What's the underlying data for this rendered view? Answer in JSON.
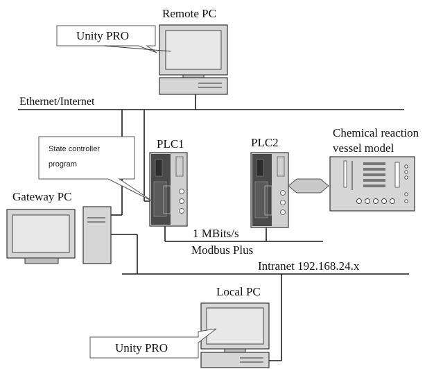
{
  "labels": {
    "remote_pc": "Remote PC",
    "unity_pro_remote": "Unity PRO",
    "ethernet": "Ethernet/Internet",
    "plc1": "PLC1",
    "plc2": "PLC2",
    "vessel_line1": "Chemical reaction",
    "vessel_line2": "vessel model",
    "state_line1": "State controller",
    "state_line2": "program",
    "gateway_pc": "Gateway PC",
    "speed": "1 MBits/s",
    "modbus": "Modbus Plus",
    "intranet": "Intranet 192.168.24.x",
    "local_pc": "Local PC",
    "unity_pro_local": "Unity PRO"
  },
  "icons": {
    "computer": "desktop-computer-icon",
    "plc": "plc-rack-icon",
    "vessel": "reaction-vessel-panel-icon",
    "link": "bidirectional-arrow-icon"
  },
  "colors": {
    "device_fill": "#d6d6d6",
    "device_dark": "#4a4a4a",
    "screen_fill": "#e8e8e8",
    "line": "#1a1a1a"
  }
}
